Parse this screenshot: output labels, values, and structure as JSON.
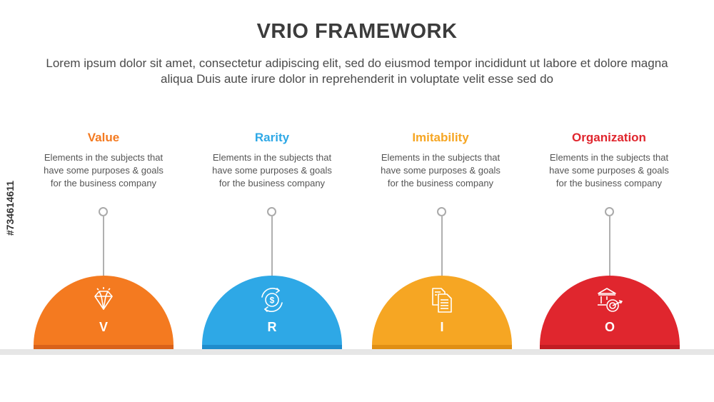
{
  "title": "VRIO FRAMEWORK",
  "subtitle": "Lorem ipsum dolor sit amet, consectetur adipiscing elit, sed do eiusmod tempor incididunt ut labore et dolore magna aliqua Duis aute irure dolor in reprehenderit in voluptate velit esse sed do",
  "side_label": "#734614611",
  "items": [
    {
      "title": "Value",
      "description": "Elements in the subjects that\nhave  some purposes & goals\nfor the  business company",
      "letter": "V",
      "icon": "diamond-icon",
      "color": "#f47a20",
      "base_color": "#d9621a"
    },
    {
      "title": "Rarity",
      "description": "Elements in the subjects that\nhave  some purposes & goals\nfor the  business company",
      "letter": "R",
      "icon": "dollar-cycle-icon",
      "color": "#2ea8e6",
      "base_color": "#1f8ccc"
    },
    {
      "title": "Imitability",
      "description": "Elements in the subjects that\nhave  some purposes & goals\nfor the  business company",
      "letter": "I",
      "icon": "copy-documents-icon",
      "color": "#f6a623",
      "base_color": "#e08f14"
    },
    {
      "title": "Organization",
      "description": "Elements in the subjects that\nhave  some purposes & goals\nfor the  business company",
      "letter": "O",
      "icon": "bank-target-icon",
      "color": "#e0262e",
      "base_color": "#c21c23"
    }
  ]
}
